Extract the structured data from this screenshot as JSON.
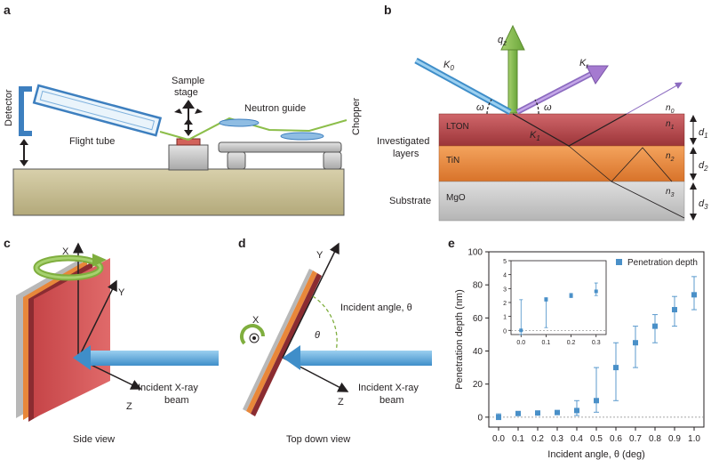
{
  "panels": {
    "a": {
      "letter": "a",
      "detector": "Detector",
      "flight_tube": "Flight tube",
      "sample_stage_line1": "Sample",
      "sample_stage_line2": "stage",
      "neutron_guide": "Neutron guide",
      "chopper": "Chopper"
    },
    "b": {
      "letter": "b",
      "qz": "q",
      "qz_sub": "z",
      "k0": "K",
      "k0_sub": "0",
      "kr": "K",
      "kr_sub": "r",
      "k1": "K",
      "k1_sub": "1",
      "omega_left": "ω",
      "omega_right": "ω",
      "n0": "n",
      "n0_sub": "0",
      "n1": "n",
      "n1_sub": "1",
      "n2": "n",
      "n2_sub": "2",
      "n3": "n",
      "n3_sub": "3",
      "d1": "d",
      "d1_sub": "1",
      "d2": "d",
      "d2_sub": "2",
      "d3": "d",
      "d3_sub": "3",
      "layer_lton": "LTON",
      "layer_tin": "TiN",
      "layer_mgo": "MgO",
      "investigated_line1": "Investigated",
      "investigated_line2": "layers",
      "substrate": "Substrate"
    },
    "c": {
      "letter": "c",
      "x": "X",
      "y": "Y",
      "z": "Z",
      "beam_line1": "Incident X-ray",
      "beam_line2": "beam",
      "caption": "Side view"
    },
    "d": {
      "letter": "d",
      "x": "X",
      "y": "Y",
      "z": "Z",
      "theta": "θ",
      "incident_angle": "Incident angle, θ",
      "beam_line1": "Incident X-ray",
      "beam_line2": "beam",
      "caption": "Top down view"
    },
    "e": {
      "letter": "e"
    }
  },
  "colors": {
    "lton": "#b5474c",
    "tin": "#e8873a",
    "mgo": "#c9c9c9",
    "beam_blue": "#5ba3d8",
    "q_green": "#8cc152",
    "kr_purple": "#a57ad0",
    "base_tan": "#c9bf94",
    "marker": "#4a90c8"
  },
  "chart_data": {
    "type": "scatter",
    "xlabel": "Incident angle, θ (deg)",
    "ylabel": "Penetration depth (nm)",
    "xlim": [
      -0.05,
      1.05
    ],
    "ylim": [
      -6,
      100
    ],
    "xticks": [
      "0.0",
      "0.1",
      "0.2",
      "0.3",
      "0.4",
      "0.5",
      "0.6",
      "0.7",
      "0.8",
      "0.9",
      "1.0"
    ],
    "yticks": [
      "0",
      "20",
      "40",
      "60",
      "80",
      "100"
    ],
    "legend": "top-right",
    "series": [
      {
        "name": "Penetration depth",
        "x": [
          0.0,
          0.1,
          0.2,
          0.3,
          0.4,
          0.5,
          0.6,
          0.7,
          0.8,
          0.9,
          1.0
        ],
        "y": [
          0.0,
          2.2,
          2.5,
          2.8,
          4.0,
          10.0,
          30.0,
          45.0,
          55.0,
          65.0,
          74.0
        ],
        "err_low": [
          1.5,
          0.5,
          0.4,
          0.5,
          3.0,
          7.0,
          20.0,
          15.0,
          10.0,
          10.0,
          9.0
        ],
        "err_high": [
          2.0,
          0.4,
          0.3,
          0.4,
          6.0,
          20.0,
          15.0,
          10.0,
          7.0,
          8.0,
          11.0
        ]
      }
    ],
    "inset": {
      "xticks": [
        "0.0",
        "0.1",
        "0.2",
        "0.3"
      ],
      "yticks": [
        "0",
        "1",
        "2",
        "3",
        "4",
        "5"
      ],
      "ylim": [
        -0.3,
        5
      ],
      "x": [
        0.0,
        0.1,
        0.2,
        0.3
      ],
      "y": [
        0.0,
        2.2,
        2.5,
        2.8
      ],
      "err_low": [
        0.3,
        2.0,
        0.15,
        0.3
      ],
      "err_high": [
        2.2,
        0.15,
        0.15,
        0.6
      ]
    }
  }
}
